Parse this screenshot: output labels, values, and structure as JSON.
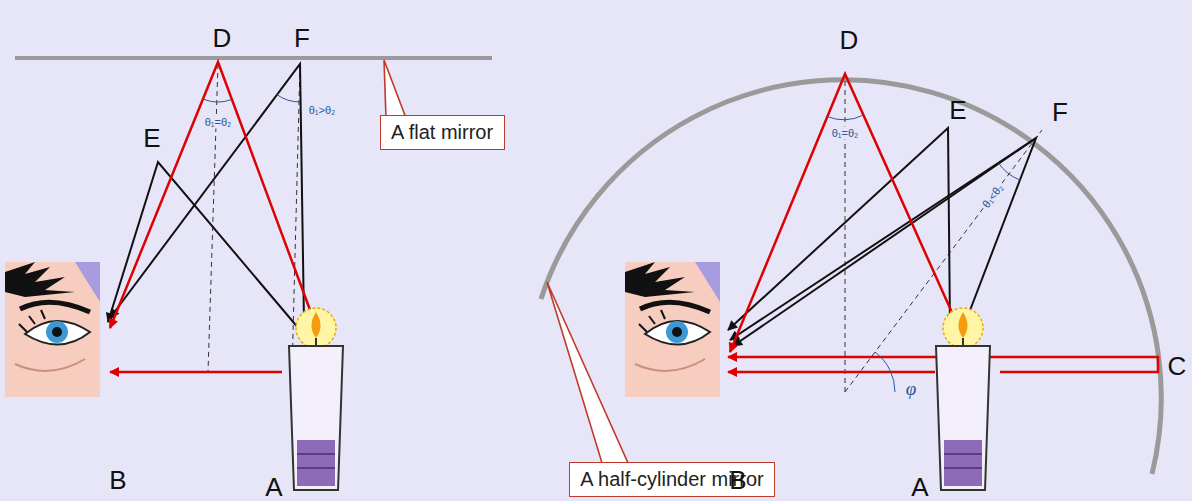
{
  "diagram": {
    "nodes": [
      {
        "text": [
          "A flat mirror"
        ]
      },
      {
        "text": [
          "A half-cylinder mirror"
        ]
      }
    ],
    "labels": [
      "D",
      "F",
      "E",
      "θ₁=θ₂",
      "θ₁>θ₂",
      "B",
      "A",
      "D",
      "E",
      "F",
      "θ₁=θ₂",
      "θ₁<θ₂",
      "φ",
      "C",
      "B",
      "A"
    ]
  }
}
